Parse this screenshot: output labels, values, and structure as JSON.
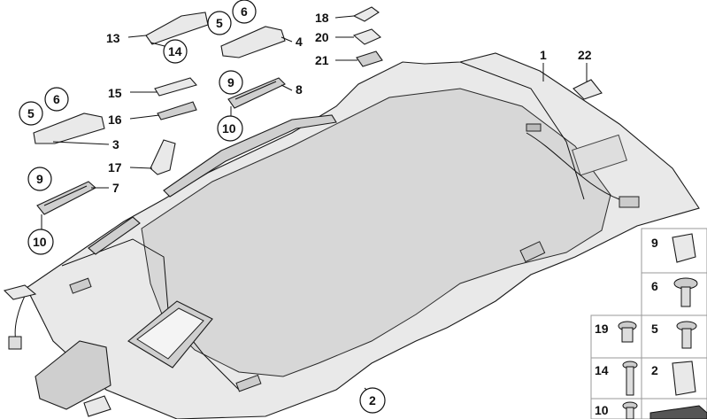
{
  "labels": {
    "l1": "1",
    "l2": "2",
    "l3": "3",
    "l4": "4",
    "l5a": "5",
    "l6a": "6",
    "l5b": "5",
    "l6b": "6",
    "l7": "7",
    "l8": "8",
    "l9a": "9",
    "l10a": "10",
    "l9b": "9",
    "l10b": "10",
    "l13": "13",
    "l14": "14",
    "l15": "15",
    "l16": "16",
    "l17": "17",
    "l18": "18",
    "l20": "20",
    "l21": "21",
    "l22": "22"
  },
  "legend": [
    "9",
    "6",
    "19",
    "5",
    "14",
    "2",
    "10"
  ]
}
